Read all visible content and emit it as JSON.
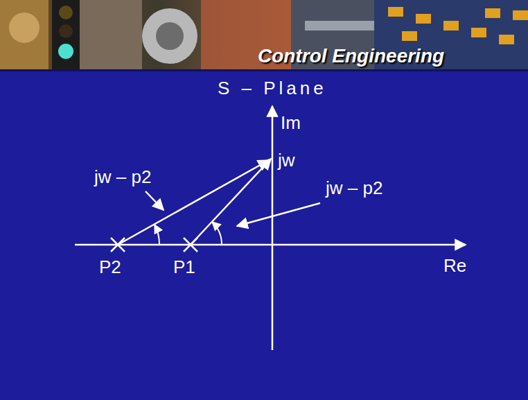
{
  "diagram": {
    "title": "S – Plane",
    "labels": [
      "Control Engineering",
      "Im",
      "jw",
      "jw – p2",
      "jw – p2",
      "Re",
      "P2",
      "P1"
    ]
  }
}
